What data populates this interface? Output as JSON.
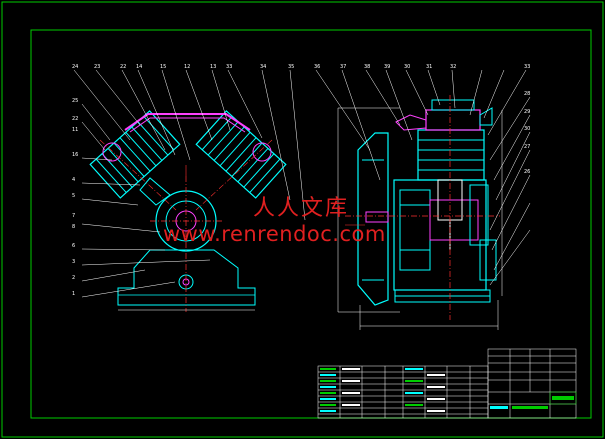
{
  "watermark": {
    "chinese": "人人文库",
    "url": "www.renrendoc.com"
  },
  "colors": {
    "background": "#000000",
    "frame": "#00cc00",
    "part": "#00ffff",
    "detail": "#ffffff",
    "centerline": "#ff3030",
    "leader": "#ffffff",
    "hatch": "#ff40ff",
    "table": "#ffffff",
    "watermark": "#e02020"
  },
  "balloons_left_top": [
    "24",
    "23",
    "22",
    "14",
    "15",
    "12",
    "13"
  ],
  "balloons_right_top": [
    "33",
    "34",
    "35",
    "36",
    "37",
    "38",
    "39",
    "30",
    "31",
    "32",
    "33"
  ],
  "balloons_left_side": [
    "25",
    "22",
    "11",
    "16",
    "4",
    "5",
    "7",
    "8",
    "6",
    "3",
    "2",
    "1"
  ],
  "balloons_right_side": [
    "28",
    "29",
    "30",
    "27",
    "26"
  ]
}
